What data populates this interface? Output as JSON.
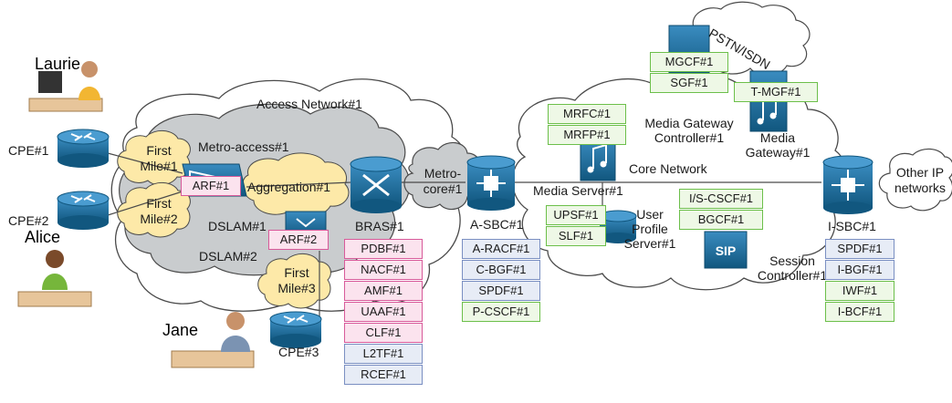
{
  "clouds": {
    "access_network": "Access Network#1",
    "metro_access": "Metro-access#1",
    "metro_core": [
      "Metro-",
      "core#1"
    ],
    "core_network": "Core Network",
    "pstn": "PSTN/ISDN",
    "other_ip": [
      "Other IP",
      "networks"
    ],
    "first_mile_1": [
      "First",
      "Mile#1"
    ],
    "first_mile_2": [
      "First",
      "Mile#2"
    ],
    "first_mile_3": [
      "First",
      "Mile#3"
    ],
    "aggregation": "Aggregation#1"
  },
  "people": {
    "laurie": {
      "name": "Laurie",
      "color": "#f5a623"
    },
    "alice": {
      "name": "Alice",
      "color": "#7dc242"
    },
    "jane": {
      "name": "Jane",
      "color": "#4fb6e6"
    }
  },
  "devices": {
    "cpe1": "CPE#1",
    "cpe2": "CPE#2",
    "cpe3": "CPE#3",
    "dslam1": "DSLAM#1",
    "dslam2": "DSLAM#2",
    "bras1": "BRAS#1",
    "asbc1": "A-SBC#1",
    "media_server": "Media Server#1",
    "upsf_server": [
      "User",
      "Profile",
      "Server#1"
    ],
    "mgc": [
      "Media Gateway",
      "Controller#1"
    ],
    "media_gateway": [
      "Media",
      "Gateway#1"
    ],
    "session_controller": [
      "Session",
      "Controller#1"
    ],
    "isbc1": "I-SBC#1"
  },
  "functions": {
    "arf1": "ARF#1",
    "arf2": "ARF#2",
    "bras_stack": [
      {
        "label": "PDBF#1",
        "style": "pink"
      },
      {
        "label": "NACF#1",
        "style": "pink"
      },
      {
        "label": "AMF#1",
        "style": "pink"
      },
      {
        "label": "UAAF#1",
        "style": "pink"
      },
      {
        "label": "CLF#1",
        "style": "pink"
      },
      {
        "label": "L2TF#1",
        "style": "blue"
      },
      {
        "label": "RCEF#1",
        "style": "blue"
      }
    ],
    "asbc_stack": [
      {
        "label": "A-RACF#1",
        "style": "blue"
      },
      {
        "label": "C-BGF#1",
        "style": "blue"
      },
      {
        "label": "SPDF#1",
        "style": "blue"
      },
      {
        "label": "P-CSCF#1",
        "style": "green"
      }
    ],
    "media_server_stack": [
      "MRFC#1",
      "MRFP#1"
    ],
    "mgc_stack": [
      "MGCF#1",
      "SGF#1"
    ],
    "tmgf": "T-MGF#1",
    "upsf_stack": [
      "UPSF#1",
      "SLF#1"
    ],
    "session_stack": [
      "I/S-CSCF#1",
      "BGCF#1"
    ],
    "isbc_stack": [
      {
        "label": "SPDF#1",
        "style": "blue"
      },
      {
        "label": "I-BGF#1",
        "style": "blue"
      },
      {
        "label": "IWF#1",
        "style": "green"
      },
      {
        "label": "I-BCF#1",
        "style": "green"
      }
    ]
  },
  "colors": {
    "router": "#1f6fa0",
    "cloud_fill": "#ffffff",
    "cloud_grey": "#c9ccce",
    "first_mile": "#fde9a8",
    "pink_fill": "#fbe3ee",
    "green_fill": "#eef8e6",
    "blue_fill": "#e7ecf6"
  }
}
